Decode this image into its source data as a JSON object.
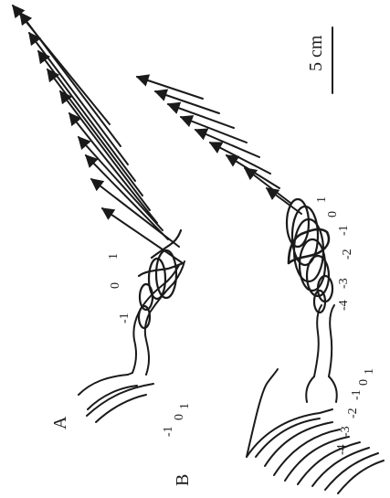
{
  "panels": [
    {
      "label": "A",
      "frame_labels": [
        "-1",
        "0",
        "1",
        "-1",
        "0",
        "1"
      ]
    },
    {
      "label": "B",
      "frame_labels": [
        "-4",
        "-3",
        "-2",
        "-1",
        "0",
        "1",
        "-4",
        "-3",
        "-2",
        "-1",
        "0",
        "1"
      ]
    }
  ],
  "scale_bar": {
    "label": "5 cm"
  },
  "colors": {
    "ink": "#1a1a1a",
    "background": "#ffffff"
  }
}
